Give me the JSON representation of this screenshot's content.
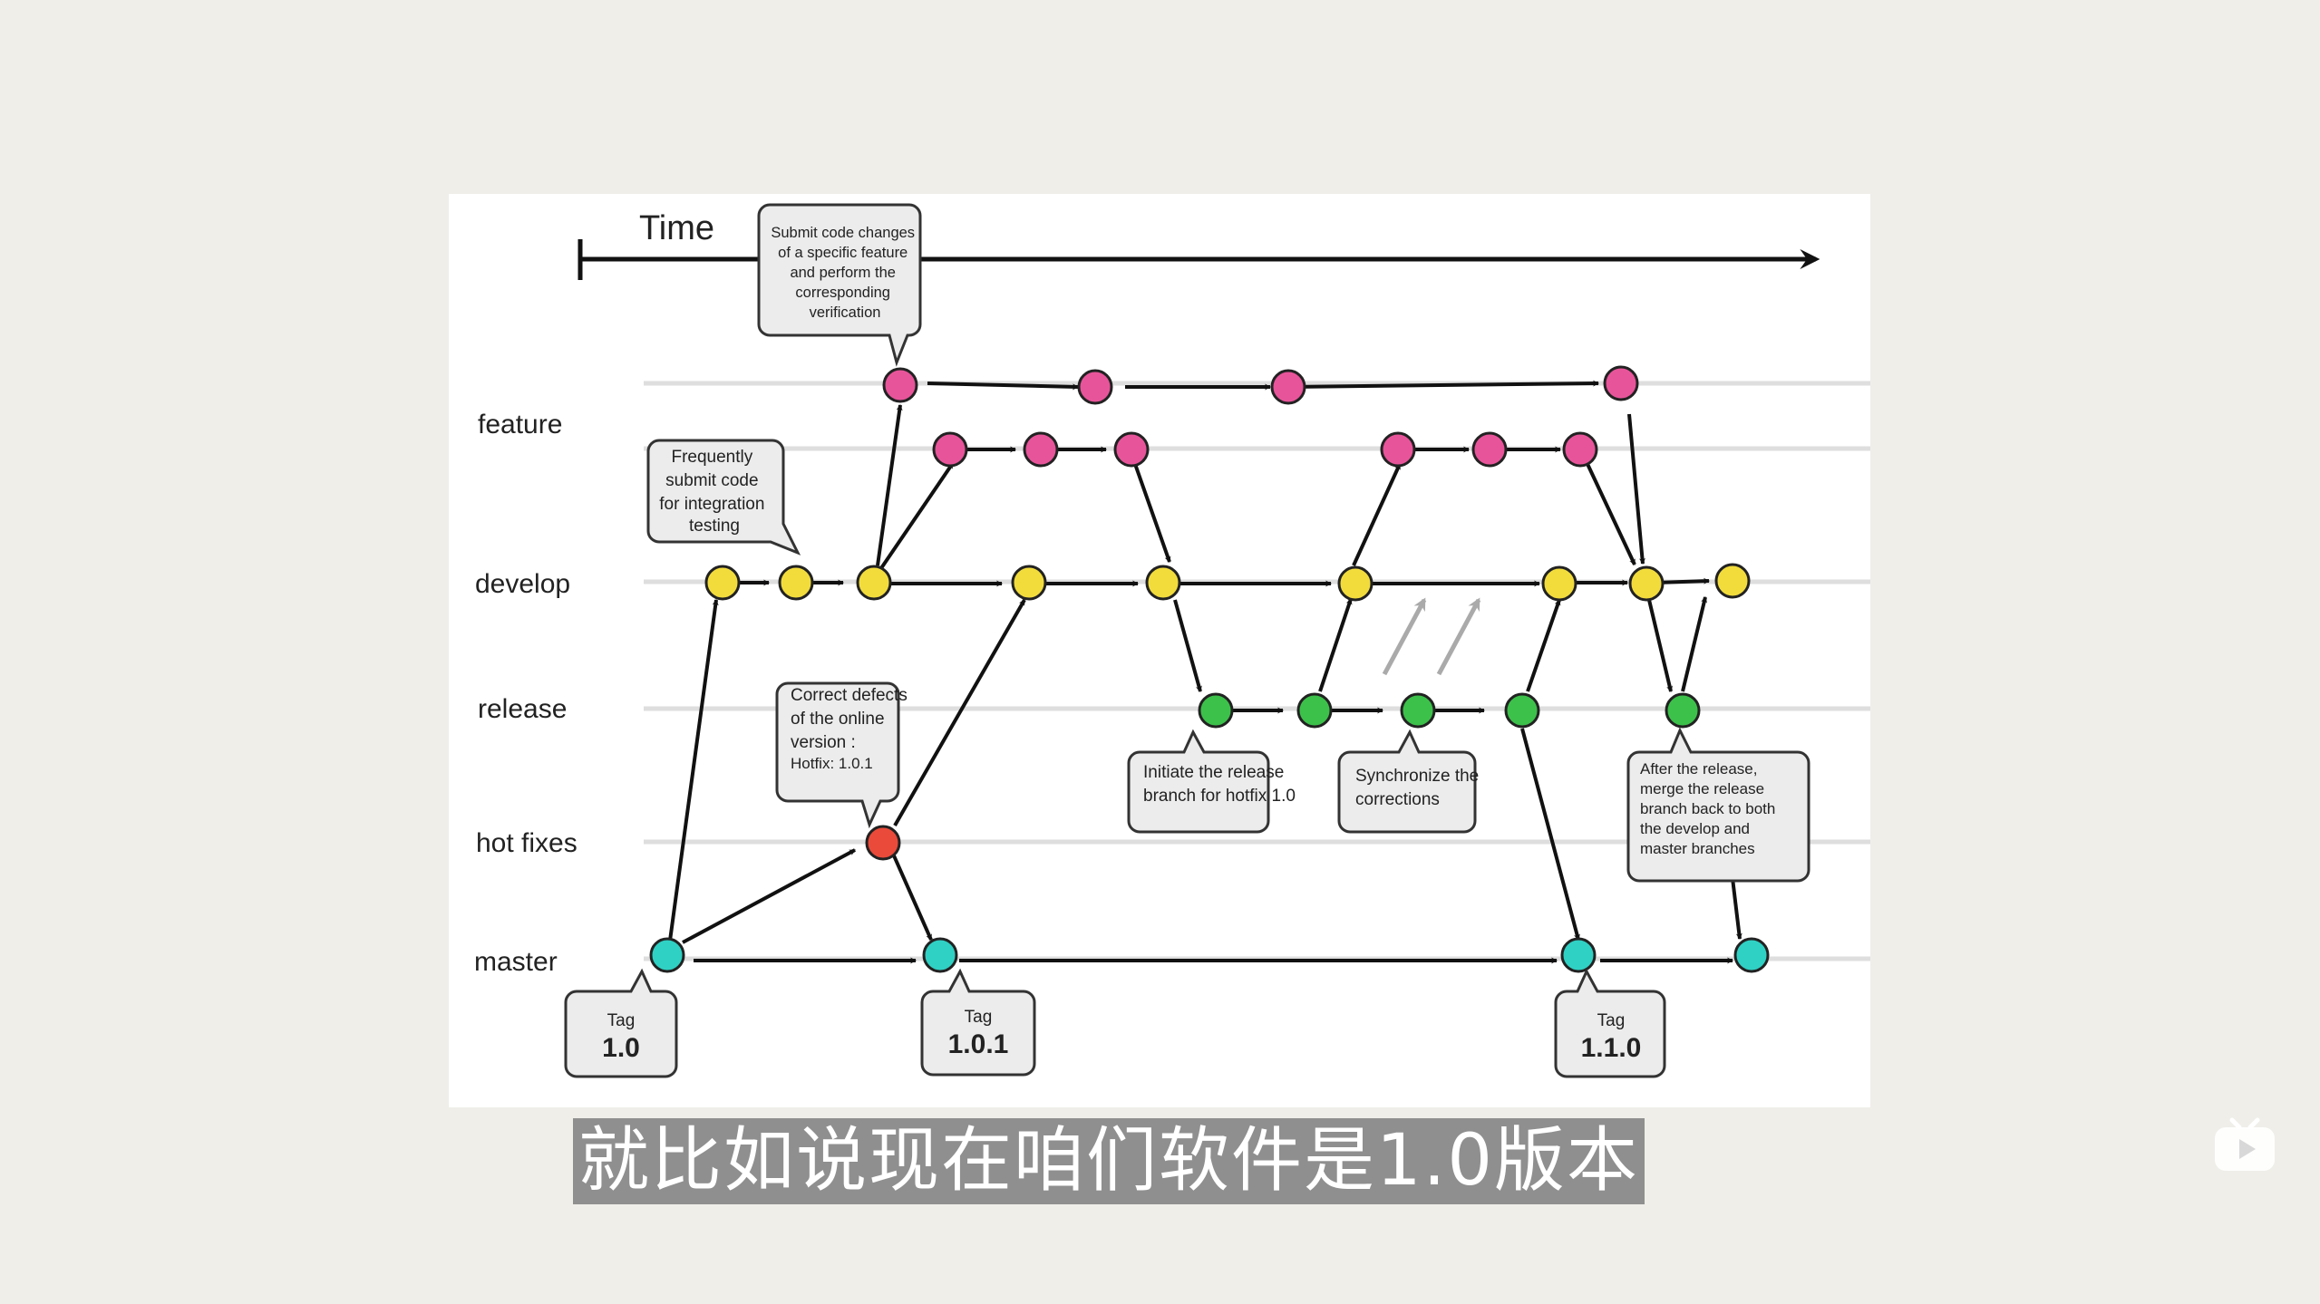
{
  "time_label": "Time",
  "lanes": [
    {
      "id": "feature",
      "label": "feature"
    },
    {
      "id": "develop",
      "label": "develop"
    },
    {
      "id": "release",
      "label": "release"
    },
    {
      "id": "hotfixes",
      "label": "hot fixes"
    },
    {
      "id": "master",
      "label": "master"
    }
  ],
  "callouts": {
    "feature_submit": [
      "Submit code changes",
      "of a specific feature",
      "and perform the",
      "corresponding",
      "verification"
    ],
    "develop_frequent": [
      "Frequently",
      "submit code",
      "for integration",
      "testing"
    ],
    "hotfix_correct": [
      "Correct defects",
      "of the online",
      "version :",
      "Hotfix: 1.0.1"
    ],
    "release_initiate": [
      "Initiate the release",
      "branch for hotfix 1.0"
    ],
    "release_sync": [
      "Synchronize the",
      "corrections"
    ],
    "release_after": [
      "After the release,",
      "merge the release",
      "branch back to both",
      "the develop and",
      "master branches"
    ]
  },
  "tags": [
    {
      "label": "Tag",
      "version": "1.0"
    },
    {
      "label": "Tag",
      "version": "1.0.1"
    },
    {
      "label": "Tag",
      "version": "1.1.0"
    }
  ],
  "colors": {
    "feature": "#e8549a",
    "develop": "#f2dc3c",
    "release": "#3cc14a",
    "hotfix": "#ea4a3a",
    "master": "#2fd1c4"
  },
  "subtitle": "就比如说现在咱们软件是1.0版本",
  "player_icon": "video-player-icon"
}
